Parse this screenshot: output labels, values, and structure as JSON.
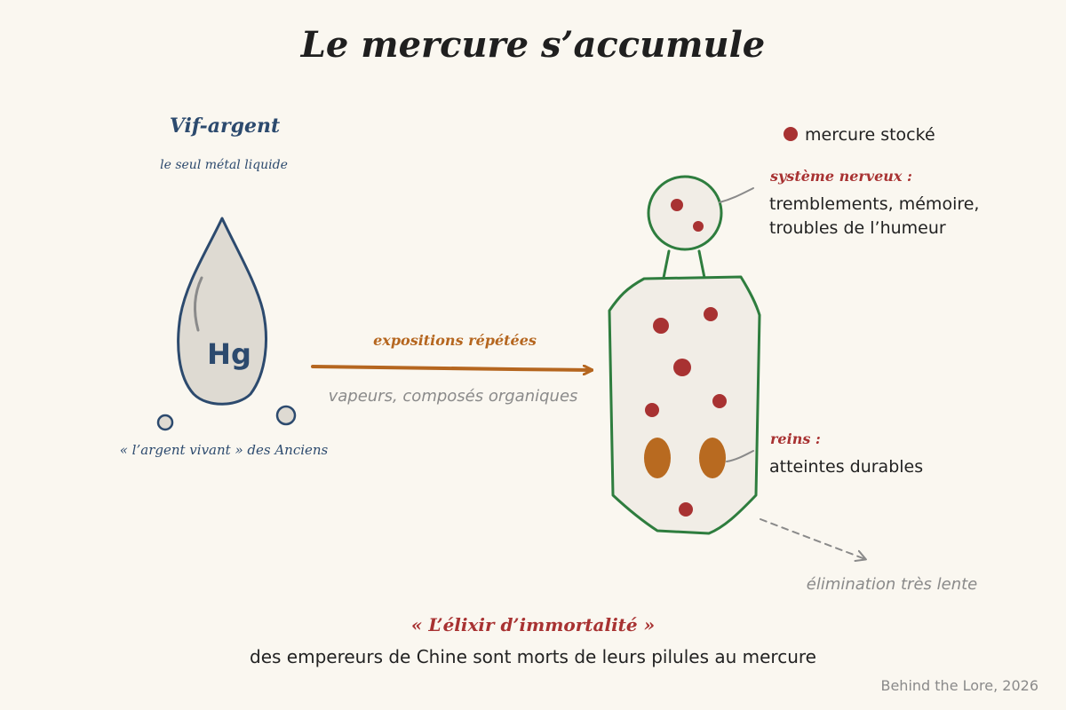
{
  "title": "Le mercure s’accumule",
  "left": {
    "heading": "Vif-argent",
    "subheading": "le seul métal liquide",
    "symbol": "Hg",
    "caption": "« l’argent vivant » des Anciens"
  },
  "arrow": {
    "label_top": "expositions répétées",
    "label_bottom": "vapeurs, composés organiques"
  },
  "legend": {
    "marker_label": "mercure stocké"
  },
  "annotations": {
    "nervous_title": "système nerveux :",
    "nervous_line1": "tremblements, mémoire,",
    "nervous_line2": "troubles de l’humeur",
    "kidney_title": "reins :",
    "kidney_line1": "atteintes durables",
    "elimination": "élimination très lente"
  },
  "bottom": {
    "quote": "« L’élixir d’immortalité »",
    "sentence": "des empereurs de Chine sont morts de leurs pilules au mercure"
  },
  "credit": "Behind the Lore, 2026",
  "colors": {
    "background": "#faf7f0",
    "title": "#1f1f1f",
    "navy": "#2c4a6e",
    "mercury_red": "#a83232",
    "body_green": "#2e7d3e",
    "body_fill": "#f1ede6",
    "arrow_orange": "#b5661f",
    "kidney_orange": "#b86a20",
    "gray_text": "#8a8a8a",
    "text_dark": "#222222",
    "drop_fill": "#dedad2"
  }
}
